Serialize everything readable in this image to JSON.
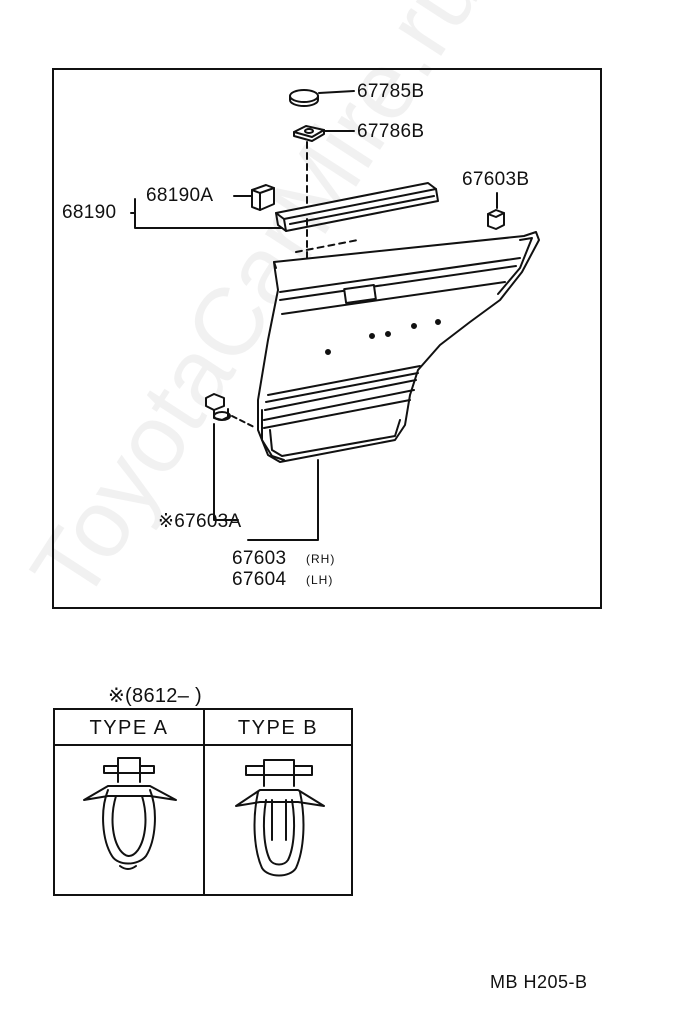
{
  "parts": {
    "p67785b": "67785B",
    "p67786b": "67786B",
    "p68190a": "68190A",
    "p68190": "68190",
    "p67603b": "67603B",
    "p67603a": "※67603A",
    "p67603": "67603",
    "p67603_side": "(RH)",
    "p67604": "67604",
    "p67604_side": "(LH)"
  },
  "note": {
    "range": "※(8612–        )"
  },
  "types_table": {
    "columns": [
      "TYPE  A",
      "TYPE  B"
    ]
  },
  "footer": {
    "code": "MB  H205-B"
  },
  "watermark": "ToyotaCarMire.ru"
}
